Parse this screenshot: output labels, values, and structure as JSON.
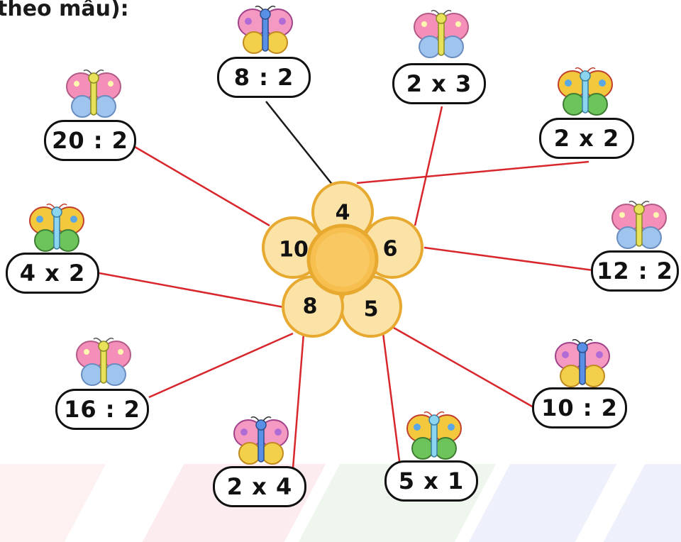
{
  "header": {
    "title": "theo mẫu):"
  },
  "flower": {
    "petals": [
      "4",
      "6",
      "5",
      "8",
      "10"
    ]
  },
  "expressions": [
    {
      "id": "e1",
      "text": "8 : 2"
    },
    {
      "id": "e2",
      "text": "2 x 3"
    },
    {
      "id": "e3",
      "text": "20 : 2"
    },
    {
      "id": "e4",
      "text": "2 x 2"
    },
    {
      "id": "e5",
      "text": "4 x 2"
    },
    {
      "id": "e6",
      "text": "12 : 2"
    },
    {
      "id": "e7",
      "text": "16 : 2"
    },
    {
      "id": "e8",
      "text": "10 : 2"
    },
    {
      "id": "e9",
      "text": "2 x 4"
    },
    {
      "id": "e10",
      "text": "5 x 1"
    }
  ],
  "colors": {
    "line": "#d8262d",
    "example_line": "#1a1a1a",
    "petal": "#fbe3a8",
    "petal_border": "#e7a92f",
    "center": "#f6bf4f"
  }
}
